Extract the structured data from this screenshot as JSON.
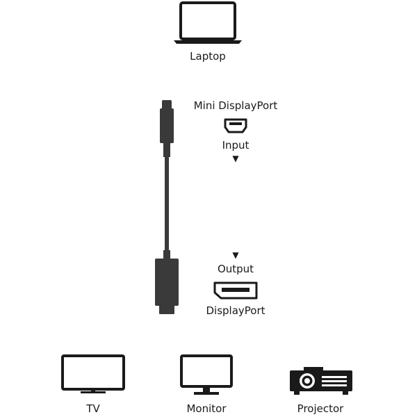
{
  "source_device": {
    "label": "Laptop",
    "icon": "laptop-icon"
  },
  "cable": {
    "icon": "mini-displayport-to-displayport-cable-icon"
  },
  "input": {
    "connector_label": "Mini DisplayPort",
    "connector_icon": "mini-displayport-port-icon",
    "direction_label": "Input",
    "arrow": "▼"
  },
  "output": {
    "arrow": "▼",
    "direction_label": "Output",
    "connector_icon": "displayport-port-icon",
    "connector_label": "DisplayPort"
  },
  "target_devices": [
    {
      "label": "TV",
      "icon": "tv-icon"
    },
    {
      "label": "Monitor",
      "icon": "monitor-icon"
    },
    {
      "label": "Projector",
      "icon": "projector-icon"
    }
  ],
  "colors": {
    "ink": "#1a1a1a",
    "cable": "#3a3a3a",
    "background": "#ffffff"
  }
}
